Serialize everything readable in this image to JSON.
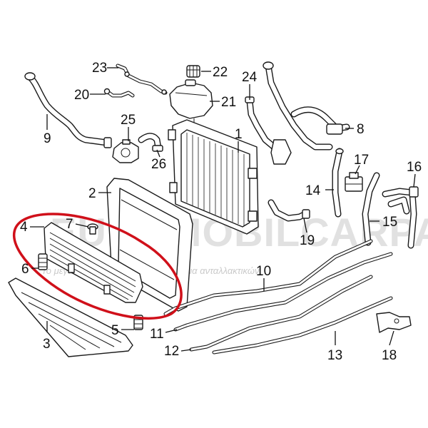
{
  "labels": {
    "p1": "1",
    "p2": "2",
    "p3": "3",
    "p4": "4",
    "p5": "5",
    "p6": "6",
    "p7": "7",
    "p8": "8",
    "p9": "9",
    "p10": "10",
    "p11": "11",
    "p12": "12",
    "p13": "13",
    "p14": "14",
    "p15": "15",
    "p16": "16",
    "p17": "17",
    "p18": "18",
    "p19": "19",
    "p20": "20",
    "p21": "21",
    "p22": "22",
    "p23": "23",
    "p24": "24",
    "p25": "25",
    "p26": "26"
  },
  "watermark": {
    "brand": "EUROMOBILCARPARTS.GR",
    "tagline": "Το μεγαλύτερο ηλεκτρονικό κατάστημα ανταλλακτικών"
  },
  "colors": {
    "highlight_ellipse": "#d0101a",
    "line_art": "#1a1a1a",
    "watermark": "#c9c9c9"
  }
}
